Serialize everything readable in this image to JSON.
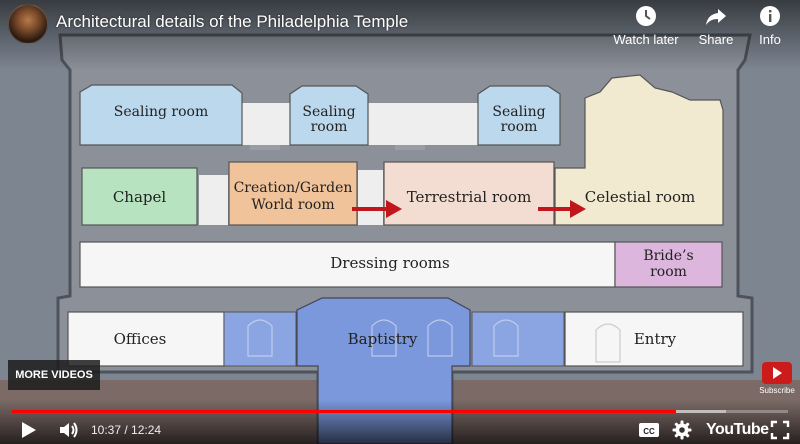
{
  "video": {
    "title": "Architectural details of the Philadelphia Temple",
    "rooms": {
      "sealing_1": "Sealing room",
      "sealing_2": "Sealing room",
      "sealing_3": "Sealing room",
      "chapel": "Chapel",
      "creation_line1": "Creation/Garden",
      "creation_line2": "World room",
      "terrestrial": "Terrestrial room",
      "celestial": "Celestial room",
      "dressing": "Dressing rooms",
      "brides_line1": "Bride’s",
      "brides_line2": "room",
      "offices": "Offices",
      "baptistry": "Baptistry",
      "entry": "Entry"
    },
    "colors": {
      "sealing": "#bcd8ec",
      "chapel": "#b8e3c0",
      "creation": "#f0c39a",
      "terrestrial": "#f3ddd2",
      "celestial": "#f1ead0",
      "brides": "#dcb6dc",
      "baptistry": "#7b98dc",
      "arrow": "#c0161c",
      "wall": "#8a8f99"
    }
  },
  "top_bar": {
    "watch_later": "Watch later",
    "share": "Share",
    "info": "Info"
  },
  "overlays": {
    "more_videos": "MORE VIDEOS",
    "subscribe": "Subscribe"
  },
  "controls": {
    "current_time": "10:37",
    "separator": " / ",
    "duration": "12:24",
    "progress_fraction": 0.856,
    "cc_label": "CC",
    "logo_text": "YouTube"
  }
}
